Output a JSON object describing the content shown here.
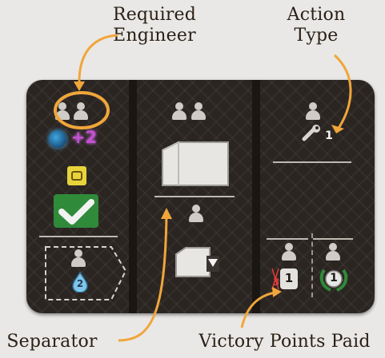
{
  "labels": {
    "required_engineer": "Required Engineer",
    "action_type": "Action Type",
    "separator": "Separator",
    "victory_points_paid": "Victory Points Paid"
  },
  "card": {
    "left_column": {
      "bonus_value": "+2",
      "water_value": "2"
    },
    "right_column": {
      "action_value": "1",
      "vp_paid_value": "1",
      "vp_paid_small": "3",
      "laurel_value": "1"
    }
  },
  "colors": {
    "accent_orange": "#f0a63a",
    "green_check": "#2f8a3a",
    "yellow_icon": "#e7d43a",
    "magenta_bonus": "#c64fd4",
    "water_blue": "#7fc6ea"
  }
}
